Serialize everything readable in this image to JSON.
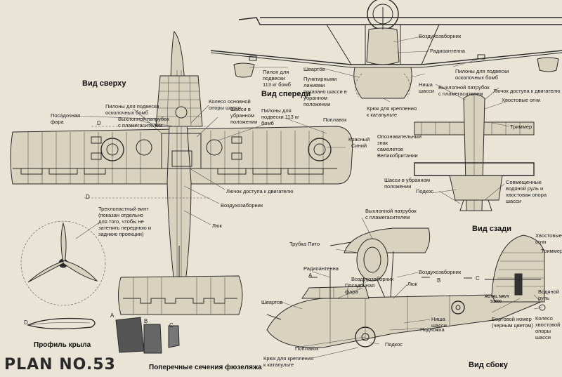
{
  "headings": {
    "top_view": "Вид сверху",
    "front_view": "Вид спереди",
    "rear_view": "Вид сзади",
    "side_view": "Вид сбоку"
  },
  "captions": {
    "wing_profile": "Профиль крыла",
    "fuselage_sections": "Поперечные сечения фюзеляжа",
    "plan": "PLAN  NO.53"
  },
  "section_letters": [
    "D",
    "A",
    "B",
    "C"
  ],
  "top_view_labels": {
    "landing_light": "Посадочная\nфара",
    "bomb_pylons": "Пилоны для подвески\nосколочных бомб",
    "exhaust_pipe": "Выхлопной патрубок\nс пламегасителем",
    "main_gear_wheel": "Колесо основной\nопоры шасси",
    "gear_retracted": "Шасси в\nубранном\nположении",
    "pylons_113kg": "Пилоны для\nподвески 113 кг\nбомб",
    "float": "Поплавок",
    "red": "Красный",
    "blue": "Синий",
    "roundel": "Опознавательный\nзнак\nсамолетов\nВеликобритании",
    "engine_hatch": "Лючок доступа  к двигателю",
    "air_intake": "Воздухозаборник",
    "hatch": "Люк"
  },
  "front_view_labels": {
    "pylons_113kg": "Пилон для\nподвески\n113 кг бомб",
    "dotted_lines": "Пунктирными\nлиниями\nпоказано шасси в\nубранном\nположении",
    "mooring": "Швартов",
    "air_intake": "Воздухозаборник",
    "radio_antenna": "Радиоантенна",
    "gear_niche": "Ниша\nшасси",
    "bomb_pylons": "Пилоны для подвески\nосколочных бомб",
    "catapult_hook": "Крюк для крепления\nк катапульте"
  },
  "rear_view_labels": {
    "exhaust_pipe": "Выхлопной патрубок\nс пламегасителем",
    "engine_hatch": "Лючок доступа к двигателю",
    "tail_lights": "Хвостовые огни",
    "trimmer": "Триммер",
    "gear_retracted": "Шасси в убранном\nположении",
    "footstep": "Подкос",
    "water_rudder": "Совмещенные\nводяной руль и\nхвостовая опора\nшасси"
  },
  "propeller_note": "Трехлопастный винт\n(показан отдельно\nдля того, чтобы не\nзатенять переднюю и\nзаднюю проекции)",
  "side_view_labels": {
    "exhaust_pipe": "Выхлопной патрубок\nс пламегасителем",
    "pitot": "Трубка Пито",
    "radio_antenna": "Радиоантенна",
    "air_intake_front": "Воздухозаборник",
    "air_intake": "Воздухозаборник",
    "landing_light": "Посадочная\nфара",
    "hatch": "Люк",
    "mooring": "Швартов",
    "gear_niche": "Ниша\nшасси",
    "footstep": "Подножка",
    "strut": "Подкос",
    "float": "Поплавок",
    "catapult_hook": "Крюк для крепления\nк катапульте",
    "serial_number": "Бортовой номер\n(черным цветом)",
    "tail_wheel": "Колесо\nхвостовой\nопоры\nшасси",
    "tail_lights": "Хвостовые\nогни",
    "trimmer": "Триммер",
    "water_rudder": "Водяной\nруль"
  },
  "fuselage_markings": {
    "navy": "ROYAL NAVY",
    "serial": "S1600"
  }
}
